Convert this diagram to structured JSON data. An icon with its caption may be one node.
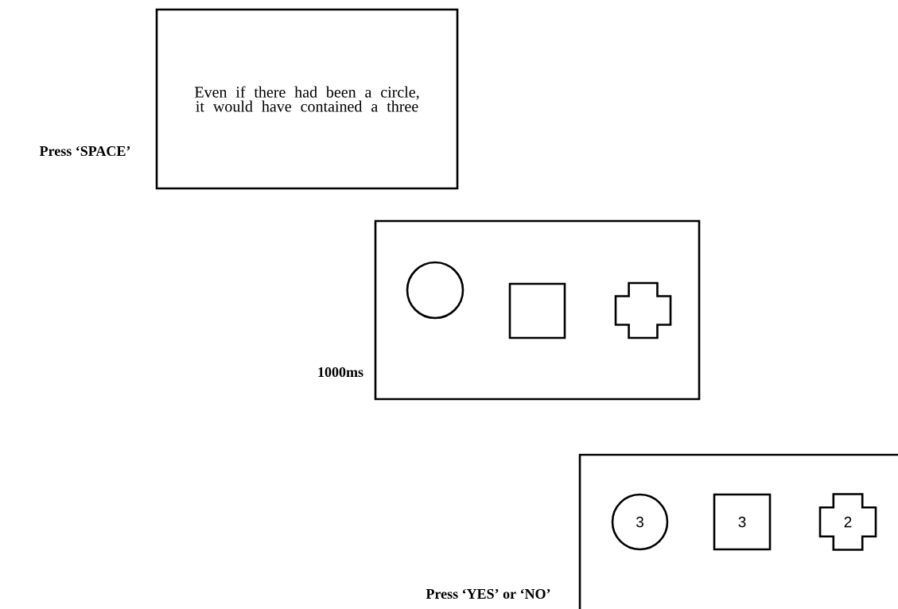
{
  "diagram": {
    "nodes": [
      {
        "text": [
          "Even if there had been a circle, it would have contained a three"
        ],
        "beside": [
          "Press ‘SPACE’"
        ]
      },
      {
        "text": [],
        "shape": "box",
        "beside": [
          "1000ms"
        ]
      },
      {
        "text": [],
        "shape": "circle",
        "in": 1
      },
      {
        "text": [],
        "shape": "box",
        "in": 1
      },
      {
        "text": [],
        "shape": "cross",
        "in": 1
      },
      {
        "text": [],
        "shape": "box",
        "beside": [
          "Press ‘YES’ or ‘NO’"
        ]
      },
      {
        "text": [
          "3"
        ],
        "in": 5
      },
      {
        "text": [
          "3"
        ],
        "in": 5
      },
      {
        "text": [
          "2"
        ],
        "in": 5
      }
    ]
  }
}
